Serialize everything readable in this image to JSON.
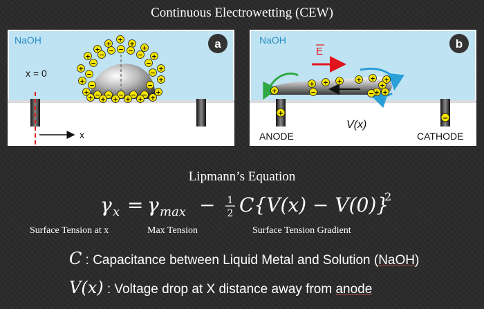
{
  "title": "Continuous Electrowetting (CEW)",
  "panel_a": {
    "solution": "NaOH",
    "badge": "a",
    "x0_label": "x = 0",
    "x_axis_label": "x"
  },
  "panel_b": {
    "solution": "NaOH",
    "badge": "b",
    "field_label": "E",
    "anode_label": "ANODE",
    "cathode_label": "CATHODE",
    "voltage_label": "V(x)"
  },
  "lipmann": {
    "title": "Lipmann’s Equation",
    "equation": {
      "gamma": "γ",
      "sub_x": "x",
      "eq": "=",
      "sub_max": "max",
      "minus": "−",
      "half_num": "1",
      "half_den": "2",
      "body": "C{V(x) − V(0)}",
      "power": "2"
    },
    "labels": {
      "surface_tension_x": "Surface Tension at x",
      "max_tension": "Max Tension",
      "gradient": "Surface Tension Gradient"
    }
  },
  "definitions": {
    "c_symbol": "C",
    "c_desc": " : Capacitance between Liquid Metal and Solution (",
    "c_naoh": "NaOH",
    "c_close": ")",
    "v_symbol": "V(x)",
    "v_desc": " : Voltage drop  at  X distance away from ",
    "v_anode": "anode"
  },
  "colors": {
    "solution": "#bfe3f3",
    "field_arrow": "#e1141c",
    "charge": "#f6e600",
    "flow_left": "#2ea843",
    "flow_right": "#2a9fd8",
    "dashed_axis": "#e21c1c",
    "underline": "#c0504d"
  }
}
